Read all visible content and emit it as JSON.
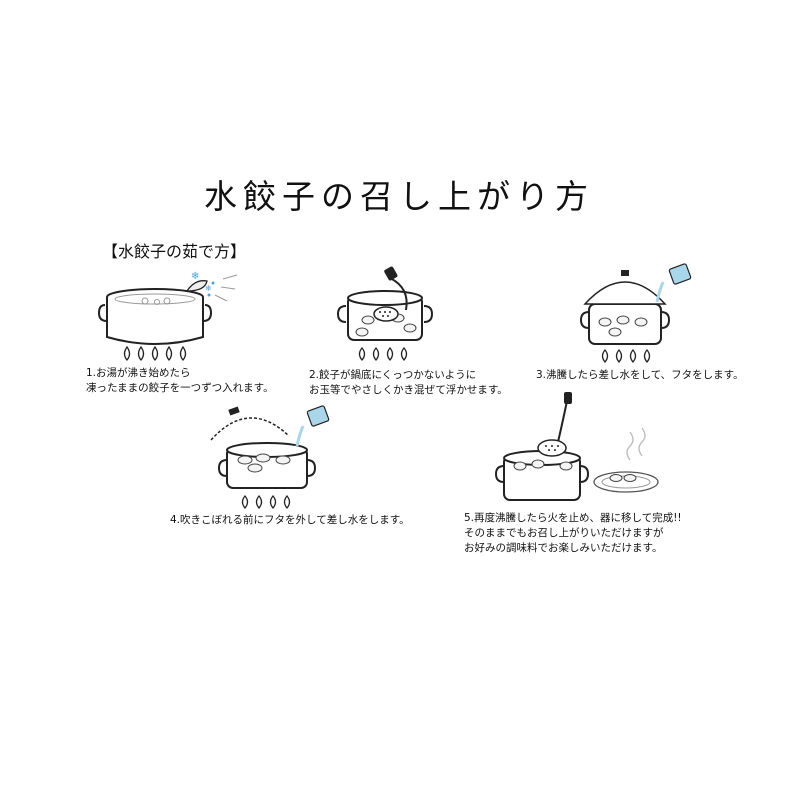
{
  "title": "水餃子の召し上がり方",
  "subtitle": "【水餃子の茹で方】",
  "steps": [
    {
      "line1": "1.お湯が沸き始めたら",
      "line2": "凍ったままの餃子を一つずつ入れます。"
    },
    {
      "line1": "2.餃子が鍋底にくっつかないように",
      "line2": "お玉等でやさしくかき混ぜて浮かせます。"
    },
    {
      "line1": "3.沸騰したら差し水をして、フタをします。"
    },
    {
      "line1": "4.吹きこぼれる前にフタを外して差し水をします。"
    },
    {
      "line1": "5.再度沸騰したら火を止め、器に移して完成!!",
      "line2": "そのままでもお召し上がりいただけますが",
      "line3": "お好みの調味料でお楽しみいただけます。"
    }
  ],
  "icons": [
    "pot-icon",
    "flame-icon",
    "dumpling-icon",
    "ladle-icon",
    "lid-icon",
    "water-cup-icon",
    "plate-icon",
    "snowflake-icon"
  ],
  "colors": {
    "ink": "#222222",
    "water": "#a9d6ea",
    "ice": "#4aa3d8",
    "flame": "#ffffff"
  }
}
